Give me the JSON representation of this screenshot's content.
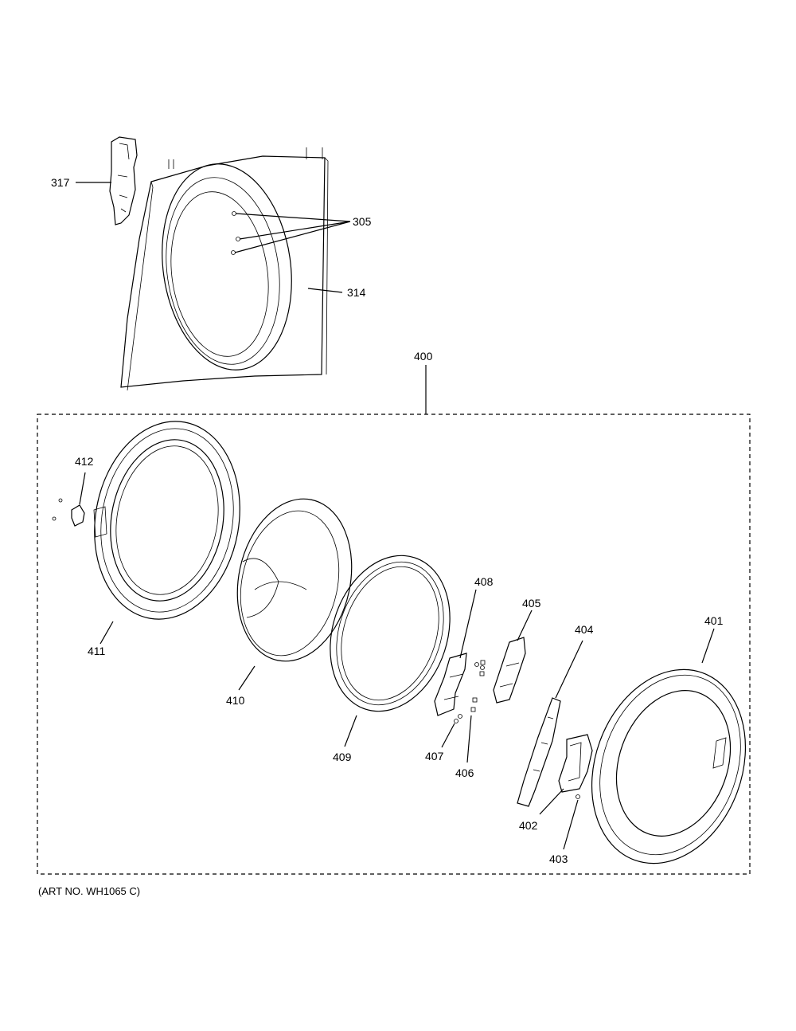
{
  "callouts": {
    "c317": "317",
    "c305": "305",
    "c314": "314",
    "c400": "400",
    "c412": "412",
    "c411": "411",
    "c410": "410",
    "c409": "409",
    "c408": "408",
    "c407": "407",
    "c406": "406",
    "c405": "405",
    "c404": "404",
    "c403": "403",
    "c402": "402",
    "c401": "401"
  },
  "art_number": "(ART NO. WH1065 C)"
}
